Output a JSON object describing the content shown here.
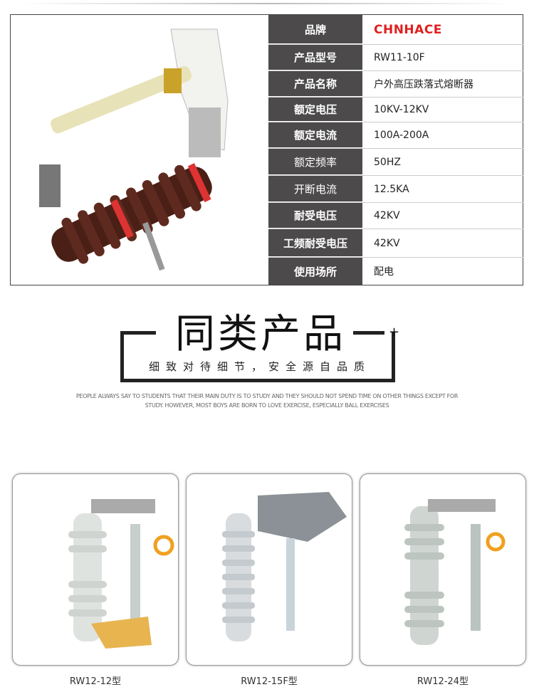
{
  "spec_table": {
    "rows": [
      {
        "label": "品牌",
        "value": "CHNHACE"
      },
      {
        "label": "产品型号",
        "value": "RW11-10F"
      },
      {
        "label": "产品名称",
        "value": "户外高压跌落式熔断器"
      },
      {
        "label": "额定电压",
        "value": "10KV-12KV"
      },
      {
        "label": "额定电流",
        "value": "100A-200A"
      },
      {
        "label": "额定频率",
        "value": "50HZ"
      },
      {
        "label": "开断电流",
        "value": "12.5KA"
      },
      {
        "label": "耐受电压",
        "value": "42KV"
      },
      {
        "label": "工频耐受电压",
        "value": "42KV"
      },
      {
        "label": "使用场所",
        "value": "配电"
      }
    ],
    "brand_color": "#e02020"
  },
  "section": {
    "title": "同类产品",
    "plus": "+",
    "subtitle": "细致对待细节，安全源自品质",
    "english": "PEOPLE ALWAYS SAY TO STUDENTS THAT THEIR MAIN DUTY IS TO STUDY AND THEY SHOULD NOT SPEND TIME ON OTHER THINGS EXCEPT FOR STUDY. HOWEVER, MOST BOYS ARE BORN TO LOVE EXERCISE, ESPECIALLY BALL EXERCISES"
  },
  "products": [
    {
      "caption": "RW12-12型"
    },
    {
      "caption": "RW12-15F型"
    },
    {
      "caption": "RW12-24型"
    }
  ]
}
